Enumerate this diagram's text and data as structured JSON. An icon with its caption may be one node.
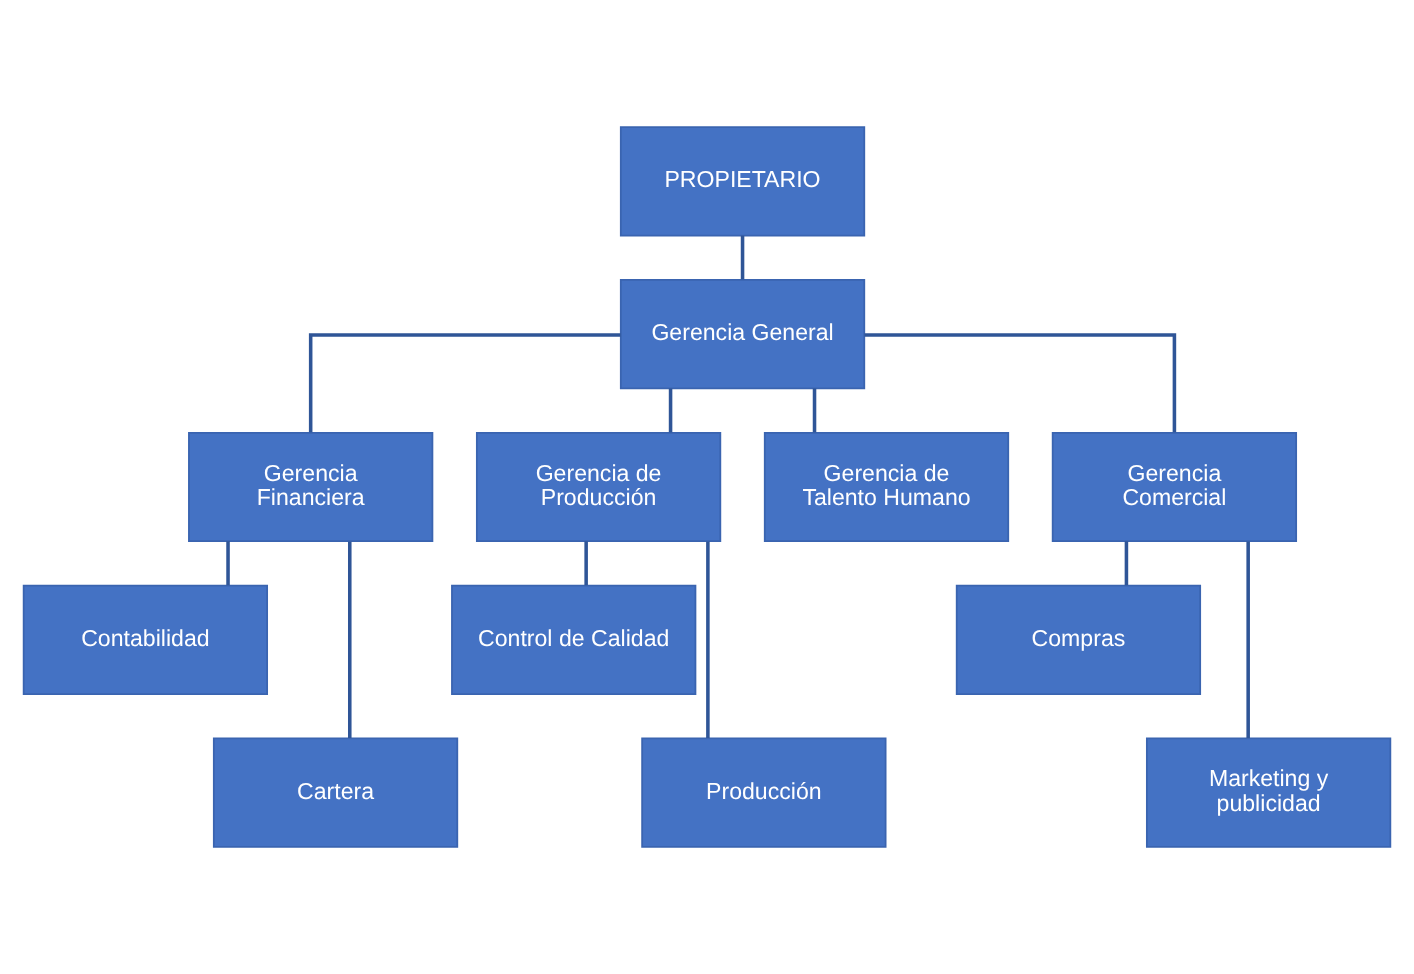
{
  "diagram": {
    "nodes": [
      {
        "text": [
          "PROPIETARIO"
        ]
      },
      {
        "text": [
          "Gerencia General"
        ]
      },
      {
        "text": [
          "Gerencia Financiera"
        ]
      },
      {
        "text": [
          "Gerencia de Producción"
        ]
      },
      {
        "text": [
          "Gerencia de Talento Humano"
        ]
      },
      {
        "text": [
          "Gerencia Comercial"
        ]
      },
      {
        "text": [
          "Contabilidad"
        ]
      },
      {
        "text": [
          "Cartera"
        ]
      },
      {
        "text": [
          "Control de Calidad"
        ]
      },
      {
        "text": [
          "Producción"
        ]
      },
      {
        "text": [
          "Compras"
        ]
      },
      {
        "text": [
          "Marketing y publicidad"
        ]
      }
    ],
    "edges": [
      {
        "from": 0,
        "to": 1,
        "arrow": "none"
      },
      {
        "from": 1,
        "to": 2,
        "arrow": "none"
      },
      {
        "from": 1,
        "to": 3,
        "arrow": "none"
      },
      {
        "from": 1,
        "to": 4,
        "arrow": "none"
      },
      {
        "from": 1,
        "to": 5,
        "arrow": "none"
      },
      {
        "from": 2,
        "to": 6,
        "arrow": "none"
      },
      {
        "from": 2,
        "to": 7,
        "arrow": "none"
      },
      {
        "from": 3,
        "to": 8,
        "arrow": "none"
      },
      {
        "from": 3,
        "to": 9,
        "arrow": "none"
      },
      {
        "from": 5,
        "to": 10,
        "arrow": "none"
      },
      {
        "from": 5,
        "to": 11,
        "arrow": "none"
      }
    ]
  }
}
